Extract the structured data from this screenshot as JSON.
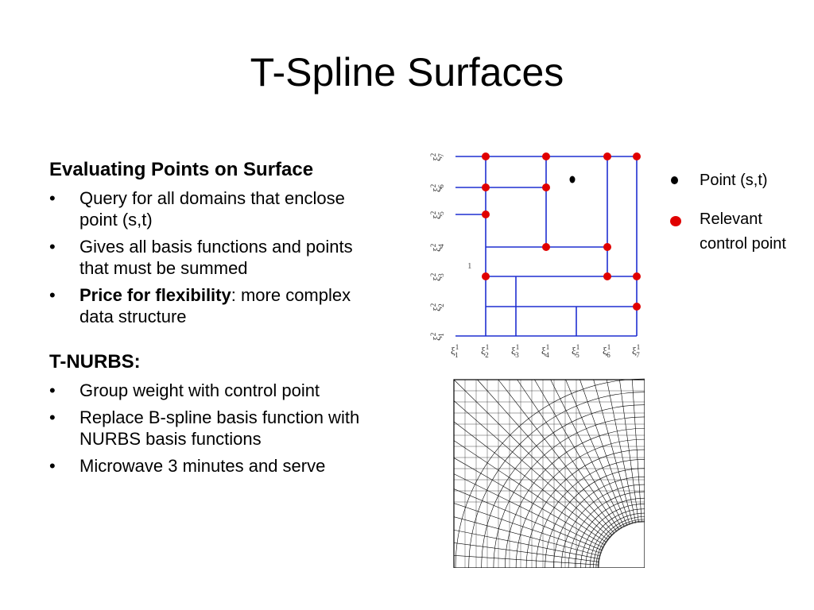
{
  "slide": {
    "title": "T-Spline Surfaces"
  },
  "section1": {
    "heading": "Evaluating Points on Surface",
    "bullets": [
      "Query for all domains that enclose point (s,t)",
      "Gives all basis functions and points that must be summed"
    ],
    "bullet3_bold": "Price for flexibility",
    "bullet3_rest": ": more complex data structure"
  },
  "section2": {
    "heading": "T-NURBS:",
    "bullets": [
      "Group weight with control point",
      "Replace B-spline basis function with NURBS basis functions",
      "Microwave 3 minutes and serve"
    ]
  },
  "bullet_char": "•",
  "legend": {
    "point": "Point (s,t)",
    "control": "Relevant control point"
  },
  "diagram": {
    "xi": "ξ",
    "sup1": "1",
    "sup2": "2",
    "region_label": "1",
    "x_sub": [
      "1",
      "2",
      "3",
      "4",
      "5",
      "6",
      "7"
    ],
    "y_sub": [
      "7",
      "6",
      "5",
      "4",
      "3",
      "2",
      "1"
    ],
    "line_color": "#1f2fd0",
    "point_color": "#e00000"
  }
}
